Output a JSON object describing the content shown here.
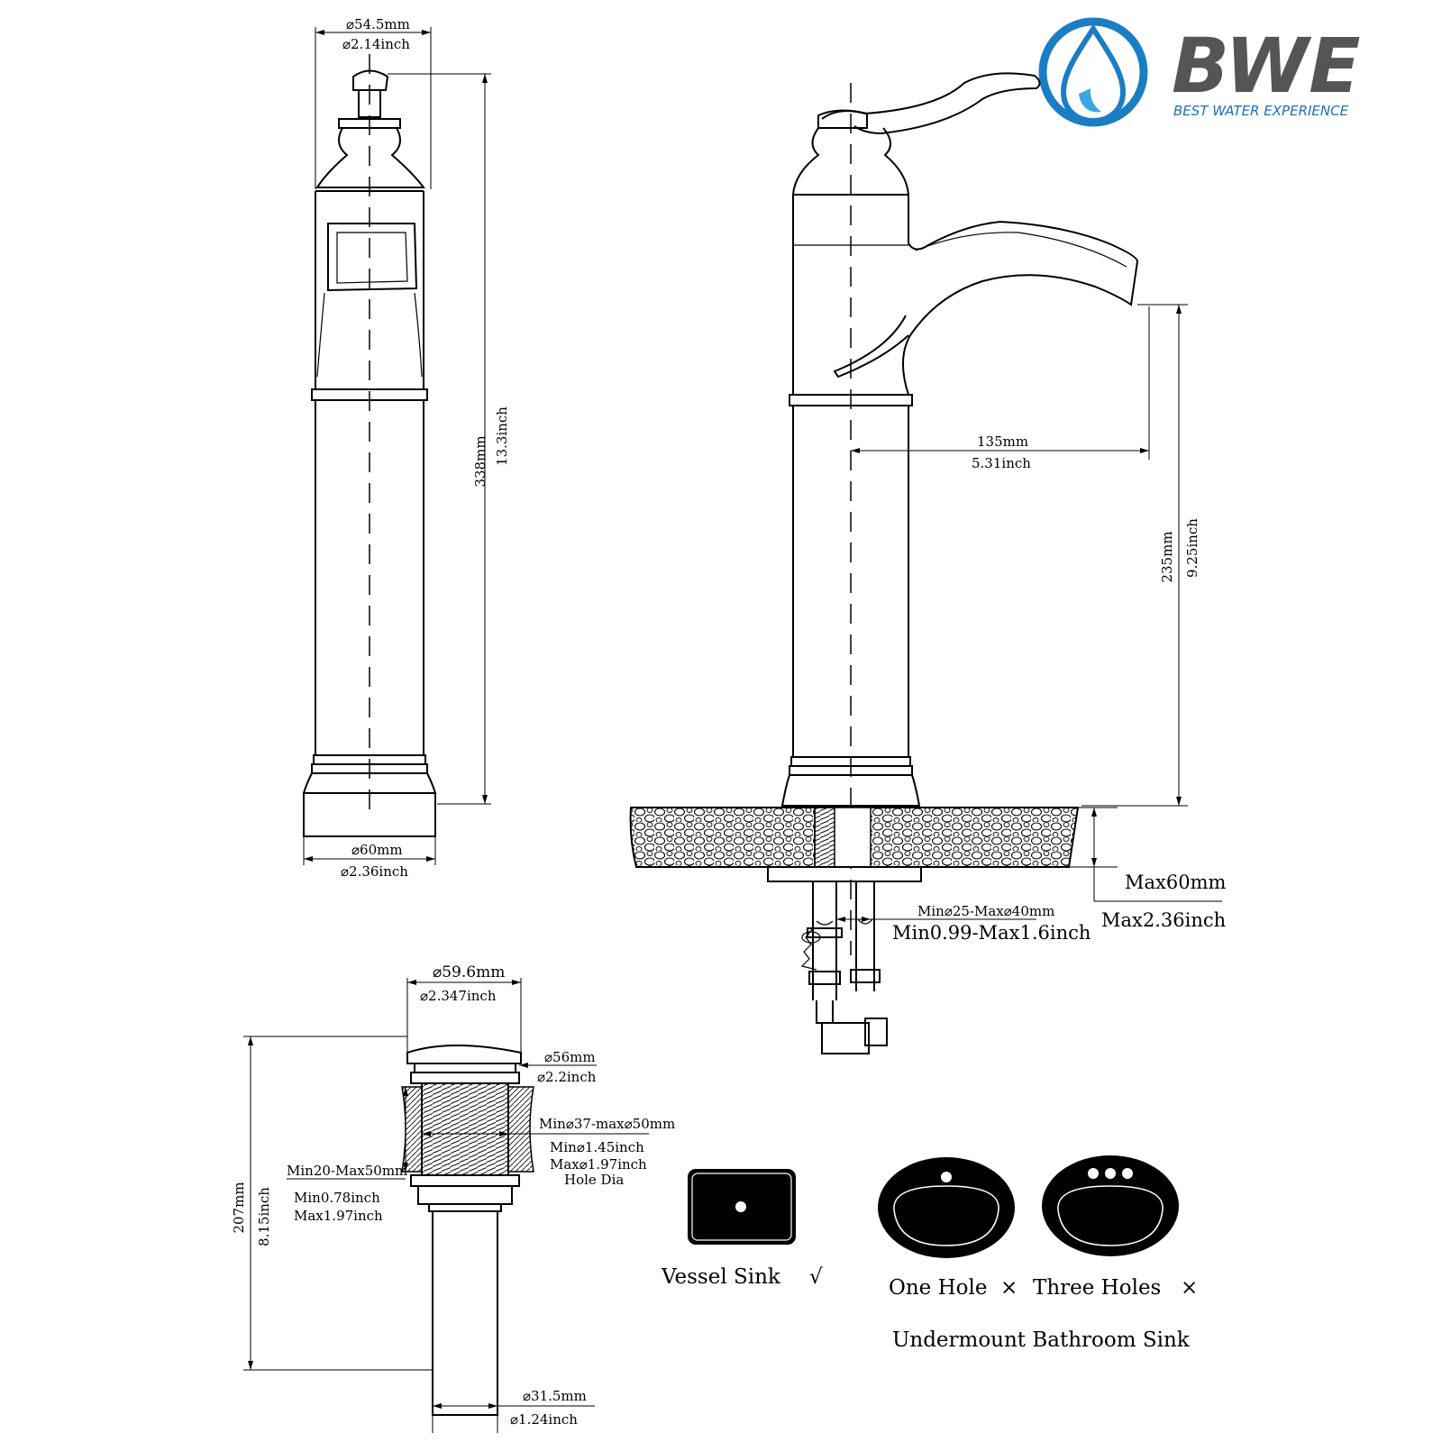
{
  "logo": {
    "brand": "BWE",
    "tagline": "BEST WATER EXPERIENCE",
    "ring_color": "#1b7dc4",
    "drop_color": "#3aa7e3"
  },
  "side_view": {
    "top_dia_mm": "⌀54.5mm",
    "top_dia_inch": "⌀2.14inch",
    "height_mm": "338mm",
    "height_inch": "13.3inch",
    "base_dia_mm": "⌀60mm",
    "base_dia_inch": "⌀2.36inch"
  },
  "front_view": {
    "reach_mm": "135mm",
    "reach_inch": "5.31inch",
    "spout_height_mm": "235mm",
    "spout_height_inch": "9.25inch",
    "deck_max_mm": "Max60mm",
    "deck_max_inch": "Max2.36inch",
    "hole_range_mm": "Min⌀25-Max⌀40mm",
    "hole_range_inch": "Min0.99-Max1.6inch"
  },
  "drain": {
    "cap_dia_mm": "⌀59.6mm",
    "cap_dia_inch": "⌀2.347inch",
    "flange_dia_mm": "⌀56mm",
    "flange_dia_inch": "⌀2.2inch",
    "hole_range_mm": "Min⌀37-max⌀50mm",
    "hole_min_inch": "Min⌀1.45inch",
    "hole_max_inch": "Max⌀1.97inch",
    "hole_label": "Hole Dia",
    "thickness_mm": "Min20-Max50mm",
    "thickness_min_inch": "Min0.78inch",
    "thickness_max_inch": "Max1.97inch",
    "height_mm": "207mm",
    "height_inch": "8.15inch",
    "pipe_dia_mm": "⌀31.5mm",
    "pipe_dia_inch": "⌀1.24inch"
  },
  "sinks": {
    "vessel": "Vessel Sink",
    "vessel_mark": "√",
    "one_hole": "One Hole",
    "one_hole_mark": "×",
    "three_holes": "Three Holes",
    "three_holes_mark": "×",
    "undermount": "Undermount Bathroom Sink"
  }
}
